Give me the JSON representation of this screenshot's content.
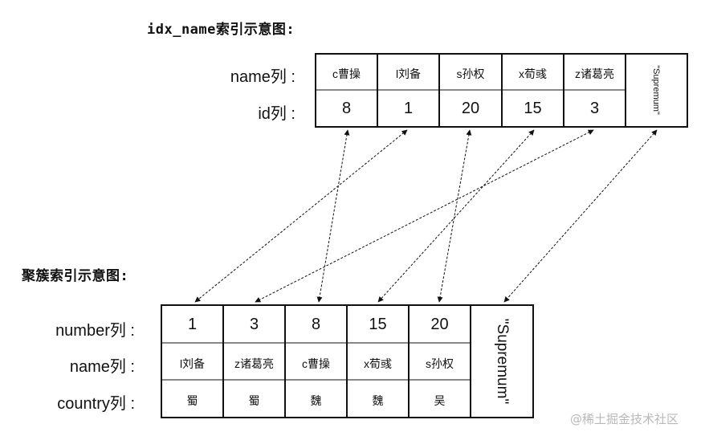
{
  "secondary_index": {
    "title": "idx_name索引示意图:",
    "row_labels": {
      "name": "name列 :",
      "id": "id列 :"
    },
    "cells": [
      {
        "name": "c曹操",
        "id": "8"
      },
      {
        "name": "l刘备",
        "id": "1"
      },
      {
        "name": "s孙权",
        "id": "20"
      },
      {
        "name": "x荀彧",
        "id": "15"
      },
      {
        "name": "z诸葛亮",
        "id": "3"
      }
    ],
    "supremum": "\"Supremum\""
  },
  "clustered_index": {
    "title": "聚簇索引示意图:",
    "row_labels": {
      "number": "number列 :",
      "name": "name列 :",
      "country": "country列 :"
    },
    "cells": [
      {
        "number": "1",
        "name": "l刘备",
        "country": "蜀"
      },
      {
        "number": "3",
        "name": "z诸葛亮",
        "country": "蜀"
      },
      {
        "number": "8",
        "name": "c曹操",
        "country": "魏"
      },
      {
        "number": "15",
        "name": "x荀彧",
        "country": "魏"
      },
      {
        "number": "20",
        "name": "s孙权",
        "country": "吴"
      }
    ],
    "supremum": "\"Supremum\""
  },
  "watermark": "@稀土掘金技术社区"
}
